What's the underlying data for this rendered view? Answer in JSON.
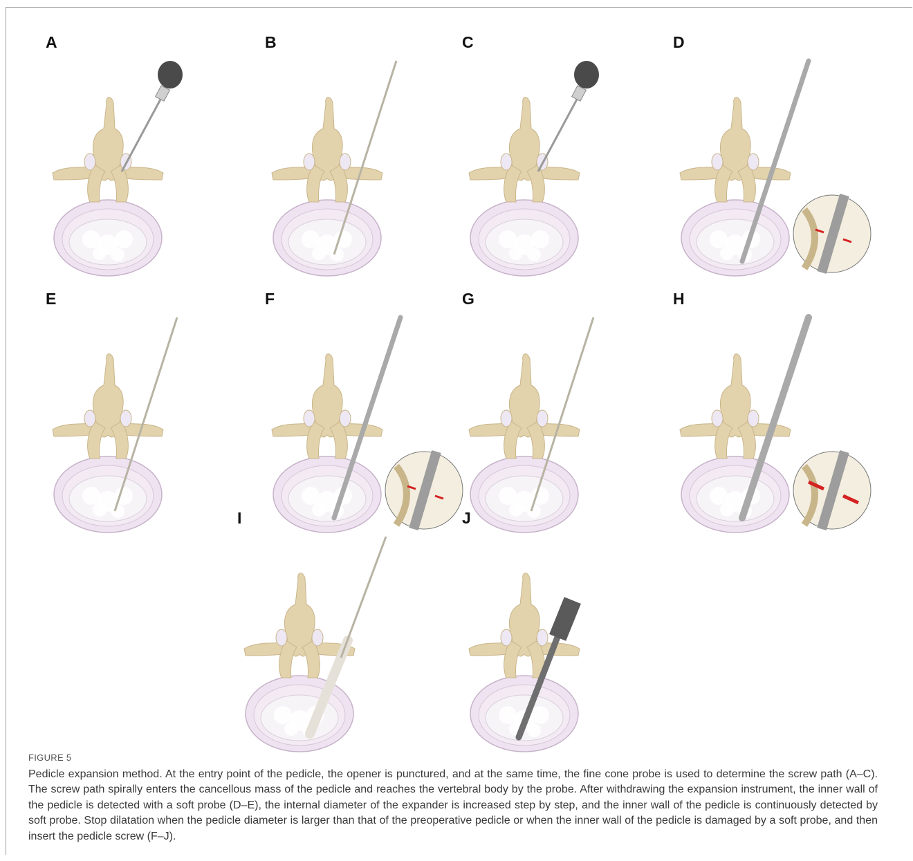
{
  "figure": {
    "label": "FIGURE 5",
    "caption": {
      "intro": "Pedicle expansion method. At the entry point of the pedicle, the opener is punctured, and at the same time, the fine cone probe is used to determine the screw path (",
      "ref1": "A–C",
      "mid1": "). The screw path spirally enters the cancellous mass of the pedicle and reaches the vertebral body by the probe. After withdrawing the expansion instrument, the inner wall of the pedicle is detected with a soft probe (",
      "ref2": "D–E",
      "mid2": "), the internal diameter of the expander is increased step by step, and the inner wall of the pedicle is continuously detected by soft probe. Stop dilatation when the pedicle diameter is larger than that of the preoperative pedicle or when the inner wall of the pedicle is damaged by a soft probe, and then insert the pedicle screw (",
      "ref3": "F–J",
      "end": ")."
    },
    "panels": [
      {
        "letter": "A",
        "instrument": "opener",
        "inset": "none",
        "row": 1
      },
      {
        "letter": "B",
        "instrument": "fine-probe",
        "inset": "none",
        "row": 1
      },
      {
        "letter": "C",
        "instrument": "opener",
        "inset": "none",
        "row": 1
      },
      {
        "letter": "D",
        "instrument": "expander",
        "inset": "small-arrows",
        "row": 1
      },
      {
        "letter": "E",
        "instrument": "fine-probe",
        "inset": "none",
        "row": 2
      },
      {
        "letter": "F",
        "instrument": "expander",
        "inset": "small-arrows",
        "row": 2
      },
      {
        "letter": "G",
        "instrument": "fine-probe",
        "inset": "none",
        "row": 2
      },
      {
        "letter": "H",
        "instrument": "expander-large",
        "inset": "large-arrows",
        "row": 2
      },
      {
        "letter": "I",
        "instrument": "soft-probe",
        "inset": "none",
        "row": 3
      },
      {
        "letter": "J",
        "instrument": "pedicle-screw",
        "inset": "none",
        "row": 3
      }
    ],
    "colors": {
      "bone": "#e2d3ad",
      "bone_edge": "#c9b58a",
      "disc": "#efe3f1",
      "disc_edge": "#c7b3ca",
      "nucleus": "#f7f4f8",
      "arrow": "#d42121",
      "instrument": "#a9a9a9"
    }
  }
}
